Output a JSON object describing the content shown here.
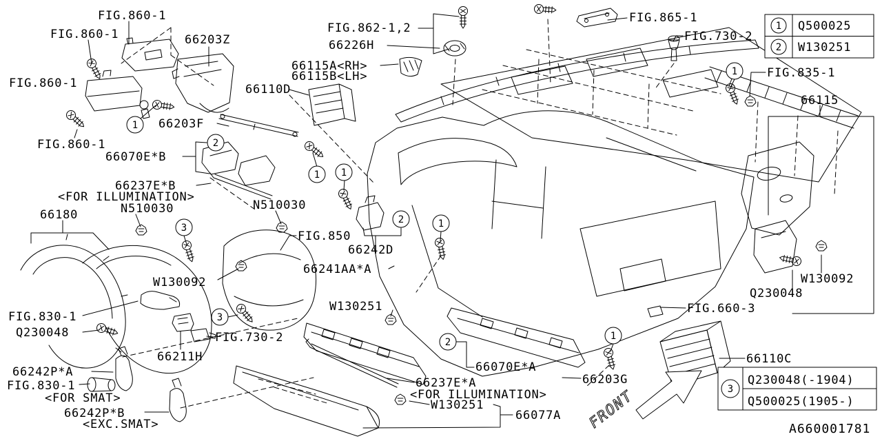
{
  "diagram_code": "A660001781",
  "front_arrow": {
    "label": "FRONT"
  },
  "callouts": {
    "c1": "1",
    "c2": "2",
    "c3": "3"
  },
  "legend_top": {
    "rows": [
      {
        "num": "1",
        "part": "Q500025"
      },
      {
        "num": "2",
        "part": "W130251"
      }
    ]
  },
  "legend_bottom": {
    "num": "3",
    "rows": [
      "Q230048(-1904)",
      "Q500025(1905-)"
    ]
  },
  "labels": {
    "fig860_top": "FIG.860-1",
    "fig860_upper_left": "FIG.860-1",
    "fig860_left": "FIG.860-1",
    "fig860_lower_left": "FIG.860-1",
    "p66203z": "66203Z",
    "fig862": "FIG.862-1,2",
    "p66226h": "66226H",
    "p66115a": "66115A<RH>",
    "p66115b": "66115B<LH>",
    "p66110d": "66110D",
    "fig865": "FIG.865-1",
    "fig730_top": "FIG.730-2",
    "fig835": "FIG.835-1",
    "p66115": "66115",
    "p66203f": "66203F",
    "p66070eb": "66070E*B",
    "p66237eb": "66237E*B",
    "for_illum_left": "<FOR ILLUMINATION>",
    "n510030_left": "N510030",
    "n510030_right": "N510030",
    "p66180": "66180",
    "fig850": "FIG.850",
    "p66242d": "66242D",
    "p66241aa": "66241AA*A",
    "w130251_mid": "W130251",
    "w130092_left": "W130092",
    "fig830_left": "FIG.830-1",
    "q230048_left": "Q230048",
    "fig730_mid": "FIG.730-2",
    "p66211h": "66211H",
    "p66242pa": "66242P*A",
    "fig830_bottom": "FIG.830-1",
    "for_smat": "<FOR SMAT>",
    "p66242pb": "66242P*B",
    "exc_smat": "<EXC.SMAT>",
    "p66070ea": "66070E*A",
    "p66237ea": "66237E*A",
    "for_illum_bottom": "<FOR ILLUMINATION>",
    "w130251_bottom": "W130251",
    "p66077a": "66077A",
    "p66203g": "66203G",
    "fig660": "FIG.660-3",
    "q230048_right": "Q230048",
    "w130092_right": "W130092",
    "p66110c": "66110C"
  }
}
